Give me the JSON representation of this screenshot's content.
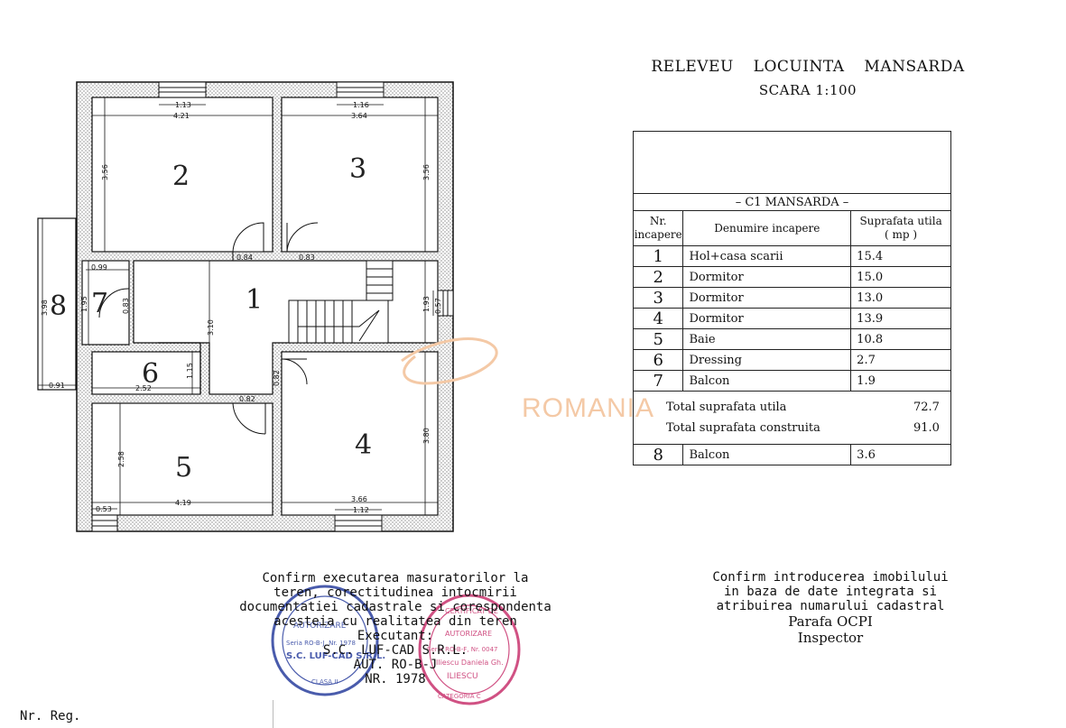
{
  "title": {
    "line1": "RELEVEU LOCUINTA MANSARDA",
    "line2": "SCARA 1:100"
  },
  "table": {
    "section": "– C1 MANSARDA –",
    "headers": [
      "Nr. incapere",
      "Denumire incapere",
      "Suprafata utila ( mp )"
    ],
    "rows": [
      {
        "nr": "1",
        "name": "Hol+casa scarii",
        "area": "15.4"
      },
      {
        "nr": "2",
        "name": "Dormitor",
        "area": "15.0"
      },
      {
        "nr": "3",
        "name": "Dormitor",
        "area": "13.0"
      },
      {
        "nr": "4",
        "name": "Dormitor",
        "area": "13.9"
      },
      {
        "nr": "5",
        "name": "Baie",
        "area": "10.8"
      },
      {
        "nr": "6",
        "name": "Dressing",
        "area": "2.7"
      },
      {
        "nr": "7",
        "name": "Balcon",
        "area": "1.9"
      }
    ],
    "total_util_label": "Total suprafata utila",
    "total_util": "72.7",
    "total_constr_label": "Total suprafata construita",
    "total_constr": "91.0",
    "extra": {
      "nr": "8",
      "name": "Balcon",
      "area": "3.6"
    }
  },
  "plan": {
    "rooms": [
      "1",
      "2",
      "3",
      "4",
      "5",
      "6",
      "7",
      "8"
    ],
    "dims": {
      "r2_window": "1.13",
      "r2_width": "4.21",
      "r2_height": "3.56",
      "r3_window": "1.16",
      "r3_width": "3.64",
      "r3_height": "3.56",
      "door2": "0.84",
      "door3": "0.83",
      "r7_width": "0.99",
      "r7_height": "1.95",
      "r7_door": "0.83",
      "hall_height": "3.10",
      "stair_height": "1.93",
      "stair_window": "0.57",
      "balcony_height": "3.98",
      "balcony_width": "0.91",
      "r6_width": "2.52",
      "r6_height": "1.15",
      "door4": "0.82",
      "door5": "0.82",
      "r5_height": "2.58",
      "r5_width": "4.19",
      "r5_window": "0.53",
      "r4_height": "3.80",
      "r4_width": "3.66",
      "r4_window": "1.12"
    }
  },
  "confirm_left": [
    "Confirm executarea masuratorilor la",
    "teren, corectitudinea intocmirii",
    "documentatiei cadastrale si corespondenta",
    "acesteia cu realitatea din teren",
    "Executant:",
    "S.C. LUF-CAD S.R.L.",
    "AUT. RO-B-J",
    "NR. 1978"
  ],
  "confirm_right": [
    "Confirm introducerea imobilului",
    "in baza de date integrata si",
    "atribuirea numarului cadastral"
  ],
  "ocpi_stamp": "Parafa OCPI",
  "ocpi_role": "Inspector",
  "nr_reg": "Nr. Reg.",
  "stamp1": {
    "lines": [
      "AUTORIZARE",
      "Seria RO-B-J, Nr. 1978",
      "S.C. LUF-CAD S.R.L.",
      "CLASA II"
    ]
  },
  "stamp2": {
    "lines": [
      "CERTIFICAT DE",
      "AUTORIZARE",
      "Seria RO-B-F, Nr. 0047",
      "Iliescu Daniela Gh.",
      "ILIESCU",
      "CATEGORIA C"
    ]
  },
  "watermark": "ROMANIA",
  "colors": {
    "ink": "#111111",
    "stamp_blue": "#2a3f9e",
    "stamp_pink": "#c8336e",
    "watermark": "#f4c9a6"
  }
}
